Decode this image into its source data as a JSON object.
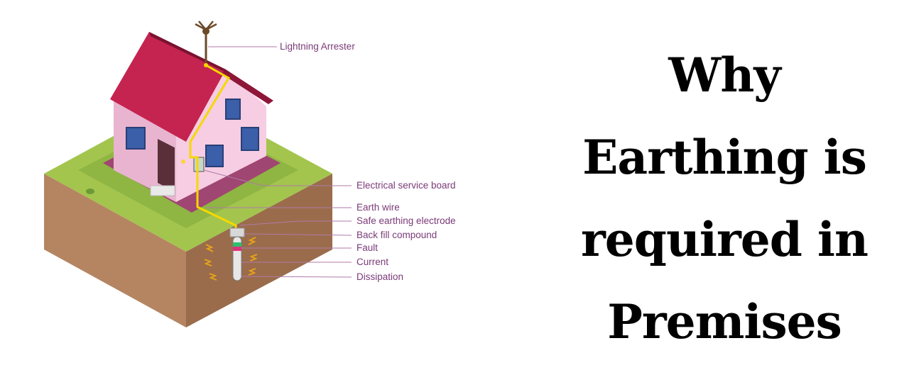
{
  "labels": {
    "lightning_arrester": "Lightning Arrester",
    "electrical_service_board": "Electrical service board",
    "earth_wire": "Earth wire",
    "safe_earthing_electrode": "Safe earthing electrode",
    "back_fill_compound": "Back fill compound",
    "fault": "Fault",
    "current": "Current",
    "dissipation": "Dissipation"
  },
  "headline": {
    "line1": "Why",
    "line2": "Earthing is",
    "line3": "required in",
    "line4": "Premises"
  },
  "colors": {
    "roof": "#c4244f",
    "wall": "#f3c6dc",
    "wall_shade": "#c894b4",
    "grass": "#9ec04a",
    "soil": "#a87a58",
    "wire": "#f5d800",
    "label": "#7a3a78"
  }
}
